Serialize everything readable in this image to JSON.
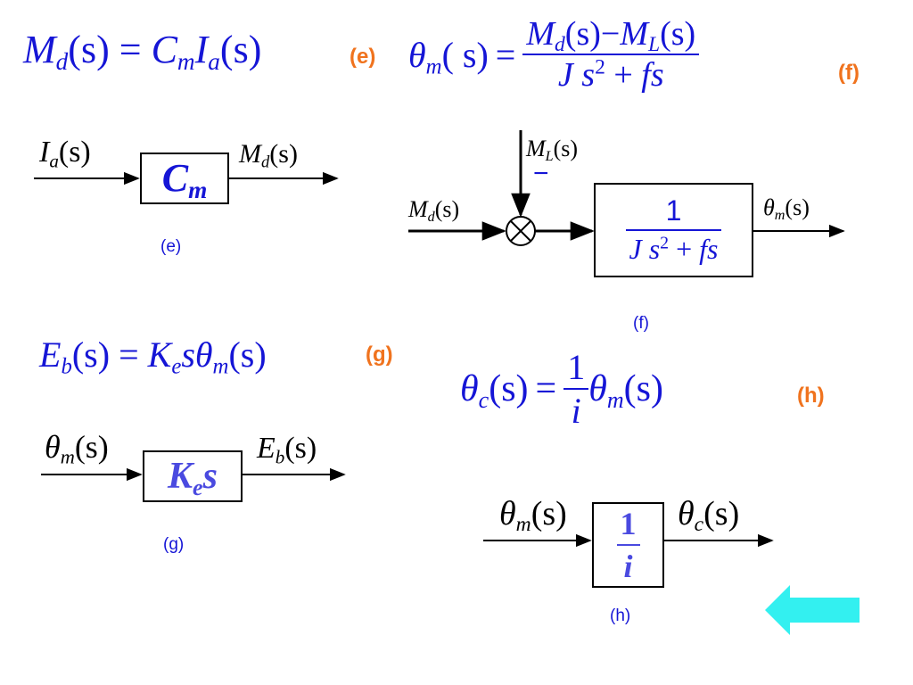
{
  "eq_e": {
    "lhs": "M",
    "lhs_sub": "d",
    "lhs_arg": "(s)",
    "eq": "=",
    "rhs1": "C",
    "rhs1_sub": "m",
    "rhs2": "I",
    "rhs2_sub": "a",
    "rhs2_arg": "(s)",
    "tag": "(e)"
  },
  "eq_f": {
    "lhs": "θ",
    "lhs_sub": "m",
    "lhs_arg": "( s)",
    "eq": "=",
    "num_a": "M",
    "num_a_sub": "d",
    "num_a_arg": "(s)",
    "num_minus": "−",
    "num_b": "M",
    "num_b_sub": "L",
    "num_b_arg": "(s)",
    "den_a": "J s",
    "den_a_sup": "2",
    "den_plus": " + ",
    "den_b": "fs",
    "tag": "(f)"
  },
  "eq_g": {
    "lhs": "E",
    "lhs_sub": "b",
    "lhs_arg": "(s)",
    "eq": "=",
    "rhs_a": "K",
    "rhs_a_sub": "e",
    "rhs_b": "sθ",
    "rhs_b_sub": "m",
    "rhs_b_arg": "(s)",
    "tag": "(g)"
  },
  "eq_h": {
    "lhs": "θ",
    "lhs_sub": "c",
    "lhs_arg": "(s)",
    "eq": "=",
    "frac_num": "1",
    "frac_den": "i",
    "rhs": "θ",
    "rhs_sub": "m",
    "rhs_arg": "(s)",
    "tag": "(h)"
  },
  "diag_e": {
    "input": "I",
    "input_sub": "a",
    "input_arg": "(s)",
    "block": "C",
    "block_sub": "m",
    "output": "M",
    "output_sub": "d",
    "output_arg": "(s)",
    "caption": "(e)"
  },
  "diag_f": {
    "input": "M",
    "input_sub": "d",
    "input_arg": "(s)",
    "dist": "M",
    "dist_sub": "L",
    "dist_arg": "(s)",
    "dist_sign": "−",
    "block_num": "1",
    "block_den_a": "J s",
    "block_den_sup": "2",
    "block_den_plus": " + ",
    "block_den_b": "fs",
    "output": "θ",
    "output_sub": "m",
    "output_arg": "(s)",
    "caption": "(f)"
  },
  "diag_g": {
    "input": "θ",
    "input_sub": "m",
    "input_arg": "(s)",
    "block": "K",
    "block_sub": "e",
    "block_tail": "s",
    "output": "E",
    "output_sub": "b",
    "output_arg": "(s)",
    "caption": "(g)"
  },
  "diag_h": {
    "input": "θ",
    "input_sub": "m",
    "input_arg": "(s)",
    "block_num": "1",
    "block_den": "i",
    "output": "θ",
    "output_sub": "c",
    "output_arg": "(s)",
    "caption": "(h)"
  },
  "nav": {
    "back_icon": "left-arrow-icon"
  },
  "colors": {
    "equation": "#1515d6",
    "tag": "#f0731e",
    "nav_arrow": "#33f0f0",
    "line": "#000000"
  }
}
